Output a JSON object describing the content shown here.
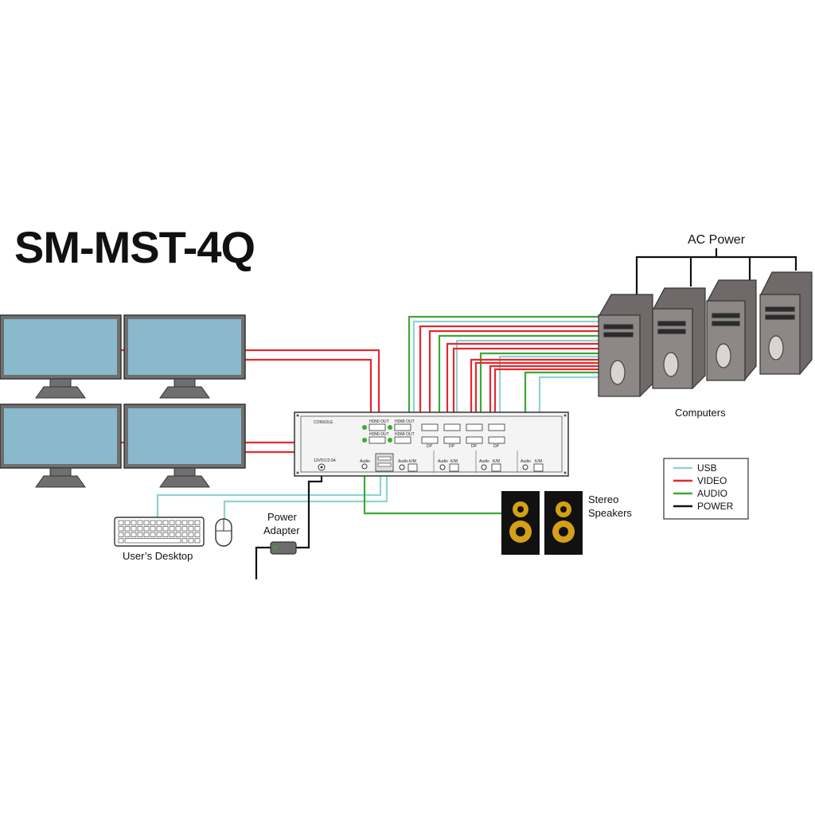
{
  "title": "SM-MST-4Q",
  "labels": {
    "ac_power": "AC Power",
    "computers": "Computers",
    "users_desktop": "User’s Desktop",
    "power_adapter_line1": "Power",
    "power_adapter_line2": "Adapter",
    "stereo_line1": "Stereo",
    "stereo_line2": "Speakers"
  },
  "panel": {
    "console": "CONSOLE",
    "hdmi_out": "HDMI OUT",
    "dp": "DP",
    "audio": "Audio",
    "km": "K/M",
    "power_in": "12VDC/2.0A"
  },
  "legend": [
    {
      "label": "USB",
      "color": "#8fd3d3"
    },
    {
      "label": "VIDEO",
      "color": "#e8262d"
    },
    {
      "label": "AUDIO",
      "color": "#3aaa35"
    },
    {
      "label": "POWER",
      "color": "#111111"
    }
  ],
  "colors": {
    "usb": "#8fd3d3",
    "video": "#e8262d",
    "audio": "#3aaa35",
    "power": "#111111",
    "monitor_screen": "#8ab8cc",
    "monitor_frame": "#6f6f6f",
    "computer_front": "#8d8786",
    "computer_side": "#6f6a69",
    "speaker_cone": "#d4a017"
  },
  "icons": [
    "monitor-icon",
    "computer-tower-icon",
    "keyboard-icon",
    "mouse-icon",
    "speaker-icon",
    "power-adapter-icon"
  ]
}
